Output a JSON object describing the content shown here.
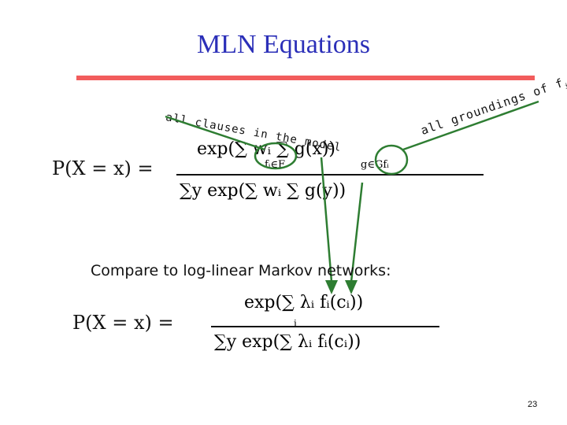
{
  "slide": {
    "title": "MLN Equations",
    "annotations": {
      "clauses": "all clauses in the model",
      "groundings": "all groundings of f",
      "groundings_subscript": "i"
    },
    "compare_text": "Compare to log-linear Markov networks:",
    "slide_number": "23"
  },
  "equations": {
    "mln": {
      "lhs": "P(X = x) =",
      "numerator": "exp(∑ wᵢ ∑ g(x))",
      "denominator": "∑y exp(∑ wᵢ ∑ g(y))",
      "sum_index_clauses": "fᵢ∈F",
      "sum_index_groundings": "g∈Gfᵢ"
    },
    "loglinear": {
      "lhs": "P(X = x) =",
      "numerator": "exp(∑ λᵢ fᵢ(cᵢ))",
      "denominator": "∑y exp(∑ λᵢ fᵢ(cᵢ))",
      "sum_index": "i"
    }
  },
  "colors": {
    "title": "#2b2fb8",
    "rule": "#f25c5c",
    "annotation": "#2e7d32"
  }
}
